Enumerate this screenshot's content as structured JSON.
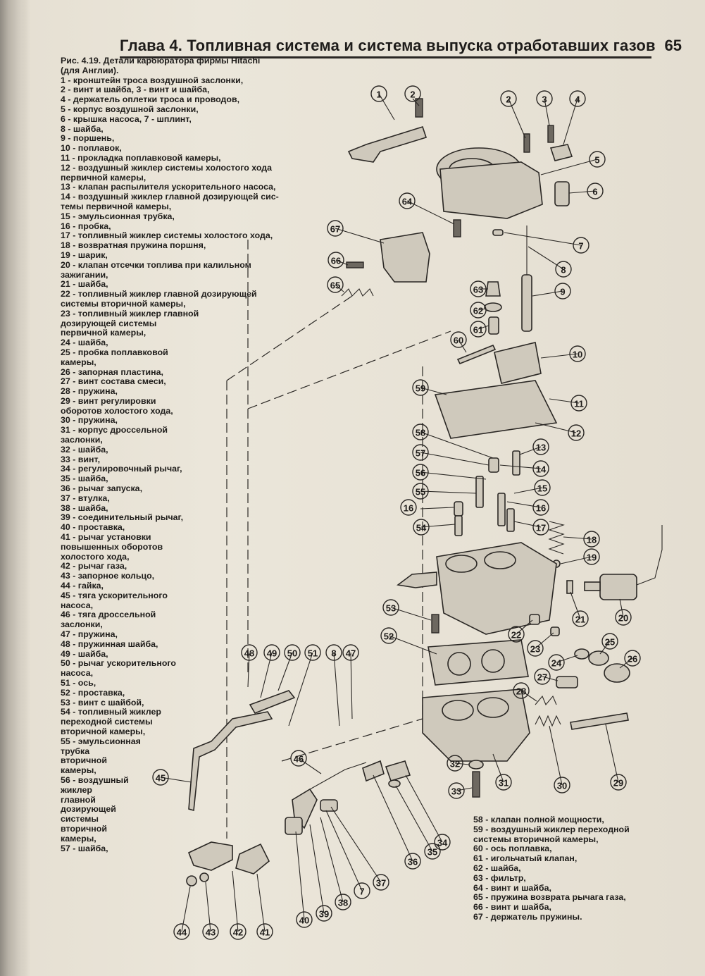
{
  "header": {
    "title": "Глава 4. Топливная система и система выпуска отработавших газов",
    "page_number": "65"
  },
  "caption": {
    "lines": [
      "Рис. 4.19. Детали карбюратора фирмы Hitachi",
      "(для Англии).",
      "1 - кронштейн троса воздушной заслонки,",
      "2 - винт и шайба, 3 - винт и шайба,",
      "4 - держатель оплетки троса и проводов,",
      "5 - корпус воздушной заслонки,",
      "6 - крышка насоса, 7 - шплинт,",
      "8 - шайба,",
      "9 - поршень,",
      "10 - поплавок,",
      "11 - прокладка поплавковой камеры,",
      "12 - воздушный жиклер системы холостого хода",
      "первичной камеры,",
      "13 - клапан распылителя ускорительного насоса,",
      "14 - воздушный жиклер главной дозирующей сис-",
      "темы первичной камеры,",
      "15 - эмульсионная трубка,",
      "16 - пробка,",
      "17 - топливный жиклер системы холостого хода,",
      "18 - возвратная пружина поршня,",
      "19 - шарик,",
      "20 - клапан отсечки топлива при калильном",
      "зажигании,",
      "21 - шайба,",
      "22 - топливный жиклер главной дозирующей",
      "системы вторичной камеры,",
      "23 - топливный жиклер главной",
      "дозирующей системы",
      "первичной камеры,",
      "24 - шайба,",
      "25 - пробка поплавковой",
      "камеры,",
      "26 - запорная пластина,",
      "27 - винт состава смеси,",
      "28 - пружина,",
      "29 - винт регулировки",
      "оборотов холостого хода,",
      "30 - пружина,",
      "31 - корпус дроссельной",
      "заслонки,",
      "32 - шайба,",
      "33 - винт,",
      "34 - регулировочный рычаг,",
      "35 - шайба,",
      "36 - рычаг запуска,",
      "37 - втулка,",
      "38 - шайба,",
      "39 - соединительный рычаг,",
      "40 - проставка,",
      "41 - рычаг установки",
      "повышенных оборотов",
      "холостого хода,",
      "42 - рычаг газа,",
      "43 - запорное кольцо,",
      "44 - гайка,",
      "45 - тяга ускорительного",
      "насоса,",
      "46 - тяга дроссельной",
      "заслонки,",
      "47 - пружина,",
      "48 - пружинная шайба,",
      "49 - шайба,",
      "50 - рычаг ускорительного",
      "насоса,",
      "51 - ось,",
      "52 - проставка,",
      "53 - винт с шайбой,",
      "54 - топливный жиклер",
      "переходной системы",
      "вторичной камеры,",
      "55 - эмульсионная",
      "трубка",
      "вторичной",
      "камеры,",
      "56 - воздушный",
      "жиклер",
      "главной",
      "дозирующей",
      "системы",
      "вторичной",
      "камеры,",
      "57 - шайба,"
    ],
    "extra_lines": [
      "58 - клапан полной мощности,",
      "59 - воздушный жиклер переходной",
      "системы вторичной камеры,",
      "60 - ось поплавка,",
      "61 - игольчатый клапан,",
      "62 - шайба,",
      "63 - фильтр,",
      "64 - винт и шайба,",
      "65 - пружина возврата рычага газа,",
      "66 - винт и шайба,",
      "67 - держатель пружины."
    ]
  },
  "callouts": [
    "1",
    "2",
    "2",
    "3",
    "4",
    "5",
    "6",
    "7",
    "8",
    "9",
    "10",
    "11",
    "12",
    "13",
    "14",
    "15",
    "16",
    "16",
    "17",
    "18",
    "19",
    "20",
    "21",
    "22",
    "23",
    "24",
    "25",
    "26",
    "27",
    "28",
    "29",
    "30",
    "31",
    "32",
    "33",
    "34",
    "35",
    "36",
    "37",
    "7",
    "38",
    "39",
    "40",
    "41",
    "42",
    "43",
    "44",
    "45",
    "46",
    "47",
    "8",
    "48",
    "49",
    "50",
    "51",
    "52",
    "53",
    "54",
    "55",
    "56",
    "57",
    "58",
    "59",
    "60",
    "61",
    "62",
    "63",
    "64",
    "65",
    "66",
    "67"
  ],
  "colors": {
    "ink": "#2a2724",
    "paper": "#ebe6da"
  }
}
